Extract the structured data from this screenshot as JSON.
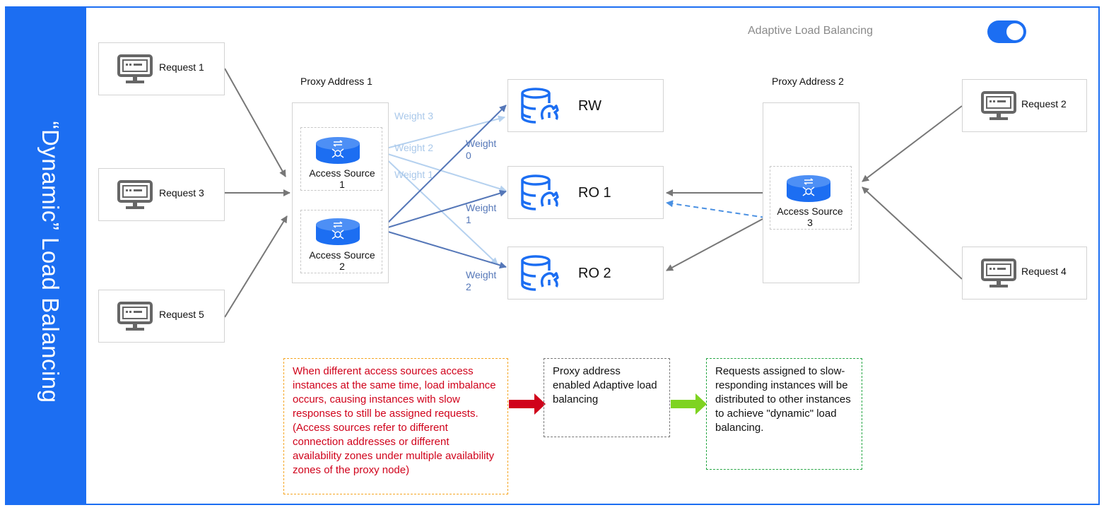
{
  "side_title": "“Dynamic” Load Balancing",
  "toggle": {
    "label": "Adaptive Load Balancing",
    "enabled": true
  },
  "requests": {
    "r1": "Request 1",
    "r2": "Request 2",
    "r3": "Request 3",
    "r4": "Request 4",
    "r5": "Request 5"
  },
  "proxy1": {
    "title": "Proxy Address 1",
    "source1": [
      "Access Source",
      "1"
    ],
    "source2": [
      "Access Source",
      "2"
    ]
  },
  "proxy2": {
    "title": "Proxy Address 2",
    "source3": [
      "Access Source",
      "3"
    ]
  },
  "databases": {
    "rw": "RW",
    "ro1": "RO 1",
    "ro2": "RO 2"
  },
  "weights_source1": {
    "w3": "Weight 3",
    "w2": "Weight 2",
    "w1": "Weight 1"
  },
  "weights_source2": {
    "w0": [
      "Weight",
      "0"
    ],
    "w1": [
      "Weight",
      "1"
    ],
    "w2": [
      "Weight",
      "2"
    ]
  },
  "notes": {
    "problem": "When different access sources access instances at the same time, load imbalance occurs, causing instances with slow responses to still be assigned requests. (Access sources refer to different connection addresses or different availability zones under multiple availability zones of the proxy node)",
    "action": "Proxy address enabled Adaptive load balancing",
    "result": "Requests assigned to slow-responding instances will be distributed to other instances to achieve \"dynamic\" load balancing."
  },
  "colors": {
    "brand_blue": "#1c6ef2",
    "arrow_gray": "#777777",
    "weight_light": "#a9c8ea",
    "weight_dark": "#5577b8",
    "problem_text": "#d0021b",
    "problem_border": "#f5a623",
    "result_border": "#27a745",
    "arrow_red": "#d0021b",
    "arrow_green": "#7ed321"
  },
  "icons": [
    "monitor-icon",
    "access-source-icon",
    "database-icon"
  ]
}
